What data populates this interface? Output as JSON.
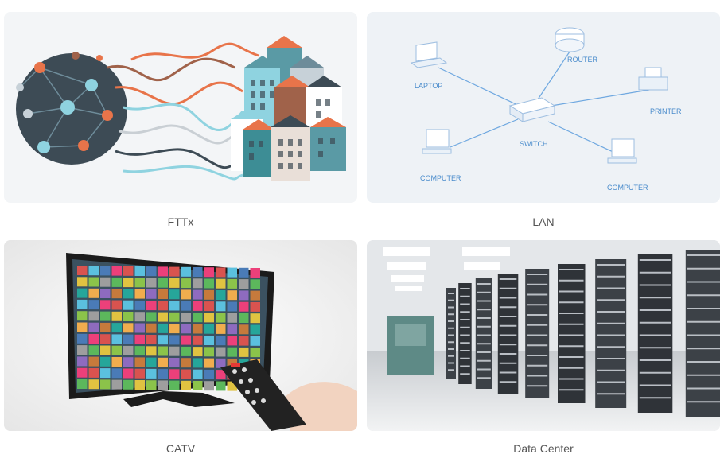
{
  "applications": [
    {
      "caption": "FTTx"
    },
    {
      "caption": "LAN",
      "nodes": {
        "laptop": "LAPTOP",
        "router": "ROUTER",
        "printer": "PRINTER",
        "switch": "SWITCH",
        "computer_left": "COMPUTER",
        "computer_right": "COMPUTER"
      }
    },
    {
      "caption": "CATV"
    },
    {
      "caption": "Data Center"
    }
  ],
  "colors": {
    "caption": "#555555",
    "lan_label": "#4a8ccc",
    "lan_line": "#6fa8e0"
  }
}
